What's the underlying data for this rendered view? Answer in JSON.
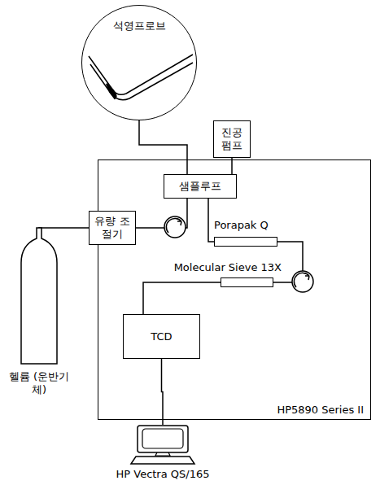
{
  "diagram": {
    "nodes": [
      {
        "text": [
          "석영프로브"
        ]
      },
      {
        "text": [
          "진공 펌프"
        ]
      },
      {
        "text": [
          "HP5890 Series II"
        ]
      },
      {
        "text": [
          "샘플루프"
        ],
        "in": 2
      },
      {
        "text": [
          "유량 조절기"
        ],
        "in": 2
      },
      {
        "text": [
          "Porapak Q"
        ],
        "in": 2
      },
      {
        "text": [
          "Molecular Sieve 13X"
        ],
        "in": 2
      },
      {
        "text": [
          "TCD"
        ],
        "in": 2
      },
      {
        "text": [
          "헬륨 (운반기체)"
        ]
      },
      {
        "text": [
          "HP Vectra QS/165"
        ]
      }
    ],
    "edges": [
      {
        "from": 0,
        "to": 3,
        "arrow": "none"
      },
      {
        "from": 1,
        "to": 3,
        "arrow": "none"
      },
      {
        "from": 8,
        "to": 4,
        "arrow": "none"
      },
      {
        "from": 4,
        "to": 3,
        "arrow": "none"
      },
      {
        "from": 3,
        "to": 5,
        "arrow": "none"
      },
      {
        "from": 5,
        "to": 6,
        "arrow": "none"
      },
      {
        "from": 6,
        "to": 7,
        "arrow": "none"
      },
      {
        "from": 7,
        "to": 9,
        "arrow": "none"
      }
    ]
  }
}
